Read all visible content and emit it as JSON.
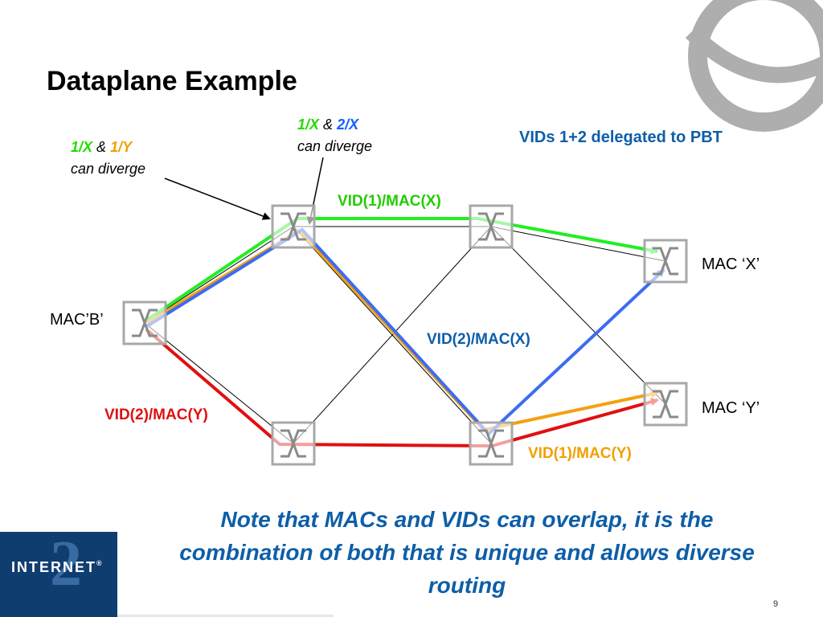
{
  "title": "Dataplane Example",
  "callouts": {
    "left": {
      "a": "1/X",
      "amp": "&",
      "b": "1/Y",
      "line2": "can diverge"
    },
    "center": {
      "a": "1/X",
      "amp": "&",
      "b": "2/X",
      "line2": "can diverge"
    }
  },
  "vids_note": "VIDs 1+2 delegated to PBT",
  "path_labels": {
    "vid1_macx": "VID(1)/MAC(X)",
    "vid2_macx": "VID(2)/MAC(X)",
    "vid2_macy": "VID(2)/MAC(Y)",
    "vid1_macy": "VID(1)/MAC(Y)"
  },
  "host_labels": {
    "mac_b": "MAC’B’",
    "mac_x": "MAC ‘X’",
    "mac_y": "MAC ‘Y’"
  },
  "note": "Note that MACs and VIDs can overlap, it is the combination of both that is unique and allows diverse routing",
  "page_number": "9",
  "logo": {
    "text": "INTERNET",
    "numeral": "2",
    "mark": "®"
  },
  "colors": {
    "green": "#22ee22",
    "orange": "#f5a010",
    "blue": "#3d6cf0",
    "red": "#e01010",
    "label_blue": "#0d5ea8",
    "label_red": "#e01010",
    "label_yellow": "#f0a000"
  },
  "icons": [
    "switch-icon",
    "globe-watermark-icon"
  ]
}
